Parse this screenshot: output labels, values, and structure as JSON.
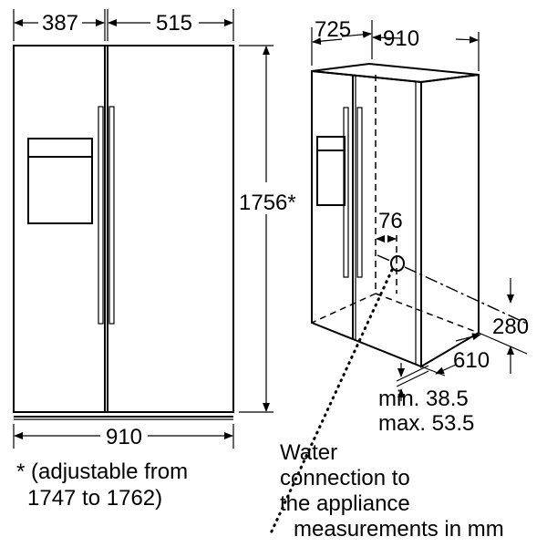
{
  "front_view": {
    "width_left": "387",
    "width_right": "515",
    "height": "1756*",
    "total_width": "910"
  },
  "iso_view": {
    "depth": "725",
    "width": "910",
    "water_offset": "76",
    "water_height": "280",
    "water_depth": "610",
    "gap_min": "min. 38.5",
    "gap_max": "max. 53.5"
  },
  "notes": {
    "adjustable_line1": "* (adjustable from",
    "adjustable_line2": "1747 to 1762)",
    "water_line1": "Water",
    "water_line2": "connection to",
    "water_line3": "the appliance",
    "units": "measurements in mm"
  }
}
